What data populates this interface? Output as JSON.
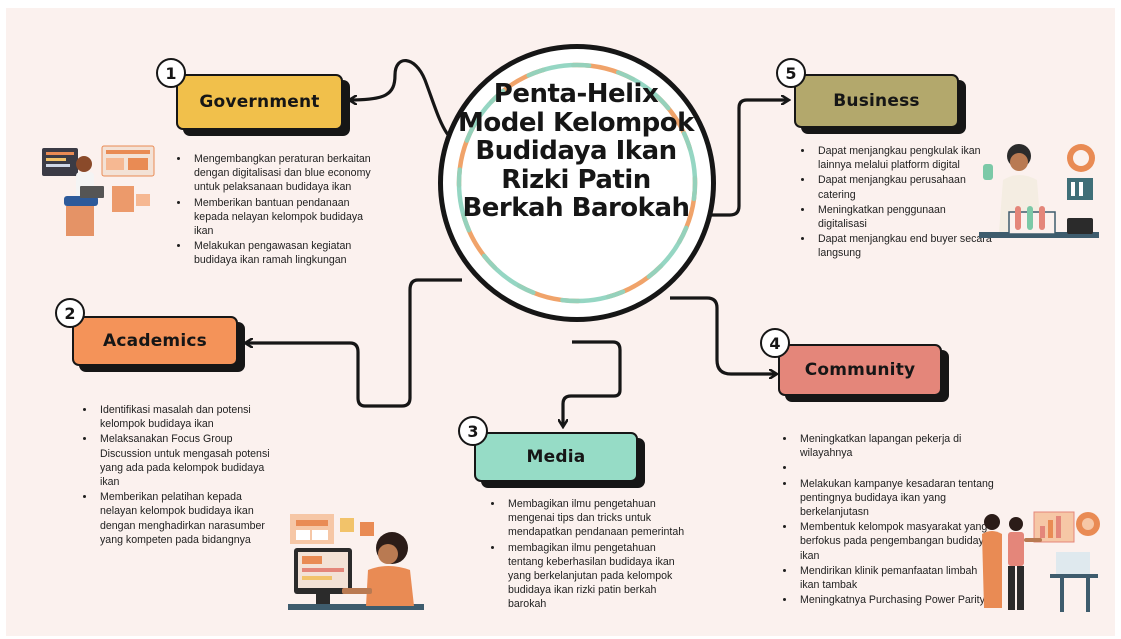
{
  "title": "Penta-Helix Model Kelompok Budidaya Ikan Rizki Patin Berkah Barokah",
  "nodes": [
    {
      "number": "1",
      "label": "Government",
      "color": "#f1c04b",
      "bullets": [
        "Mengembangkan peraturan berkaitan dengan digitalisasi dan blue economy untuk pelaksanaan budidaya ikan",
        "Memberikan bantuan pendanaan kepada nelayan kelompok budidaya ikan",
        "Melakukan pengawasan kegiatan budidaya ikan ramah lingkungan"
      ]
    },
    {
      "number": "2",
      "label": "Academics",
      "color": "#f49359",
      "bullets": [
        "Identifikasi masalah dan potensi kelompok budidaya ikan",
        "Melaksanakan Focus Group Discussion untuk mengasah potensi yang ada pada kelompok budidaya ikan",
        "Memberikan pelatihan kepada nelayan kelompok budidaya ikan dengan menghadirkan narasumber yang kompeten pada bidangnya"
      ]
    },
    {
      "number": "3",
      "label": "Media",
      "color": "#96dcc6",
      "bullets": [
        "Membagikan ilmu pengetahuan mengenai tips dan tricks untuk mendapatkan pendanaan pemerintah",
        "membagikan ilmu pengetahuan tentang keberhasilan budidaya ikan yang berkelanjutan pada kelompok budidaya ikan rizki patin berkah barokah"
      ]
    },
    {
      "number": "4",
      "label": "Community",
      "color": "#e4867a",
      "bullets": [
        "Meningkatkan lapangan pekerja di wilayahnya",
        "",
        "Melakukan kampanye kesadaran tentang pentingnya budidaya ikan yang berkelanjutasn",
        "Membentuk kelompok masyarakat yang berfokus pada pengembangan budidaya ikan",
        "Mendirikan klinik pemanfaatan limbah ikan tambak",
        "Meningkatnya Purchasing Power Parity"
      ]
    },
    {
      "number": "5",
      "label": "Business",
      "color": "#b3a86c",
      "bullets": [
        "Dapat menjangkau pengkulak ikan lainnya melalui platform digital",
        "Dapat menjangkau perusahaan catering",
        "Meningkatkan penggunaan digitalisasi",
        "Dapat menjangkau end buyer secara langsung"
      ]
    }
  ],
  "palette": {
    "background": "#fbf1ee",
    "outline": "#161616",
    "ring_orange": "#f0a36a",
    "ring_teal": "#8fd4c0"
  },
  "illustrations": [
    "person-laptop-dashboard",
    "scientist-test-tubes",
    "woman-computer-desk",
    "team-presentation"
  ]
}
